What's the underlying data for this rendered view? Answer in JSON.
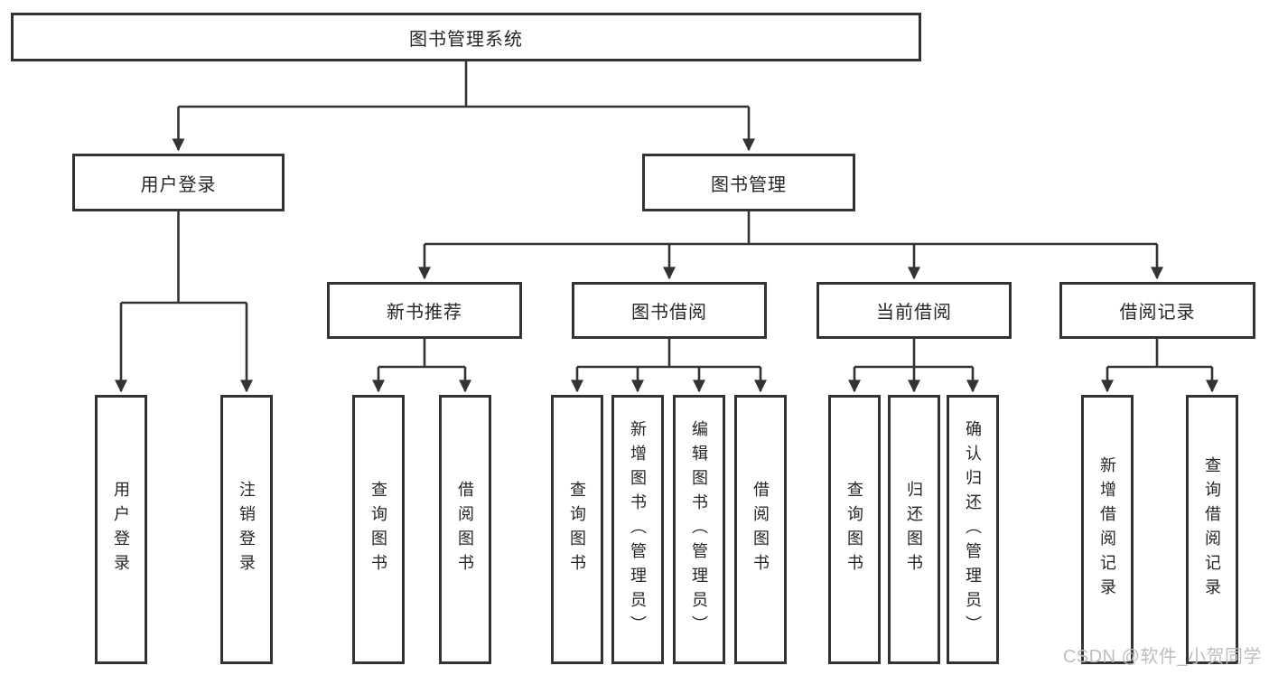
{
  "root": {
    "label": "图书管理系统"
  },
  "branches": {
    "user_login": {
      "label": "用户登录",
      "children": [
        "用户登录",
        "注销登录"
      ]
    },
    "book_mgmt": {
      "label": "图书管理"
    }
  },
  "modules": {
    "new_book": {
      "label": "新书推荐",
      "children": [
        "查询图书",
        "借阅图书"
      ]
    },
    "book_borrow": {
      "label": "图书借阅",
      "children": [
        "查询图书",
        "新增图书（管理员）",
        "编辑图书（管理员）",
        "借阅图书"
      ]
    },
    "current_borrow": {
      "label": "当前借阅",
      "children": [
        "查询图书",
        "归还图书",
        "确认归还（管理员）"
      ]
    },
    "borrow_record": {
      "label": "借阅记录",
      "children": [
        "新增借阅记录",
        "查询借阅记录"
      ]
    }
  },
  "watermark": "CSDN @软件_小贺同学",
  "colors": {
    "line": "#333333",
    "text": "#262626",
    "background": "#ffffff",
    "box_background": "#ffffff",
    "watermark": "#bdbdbd"
  }
}
